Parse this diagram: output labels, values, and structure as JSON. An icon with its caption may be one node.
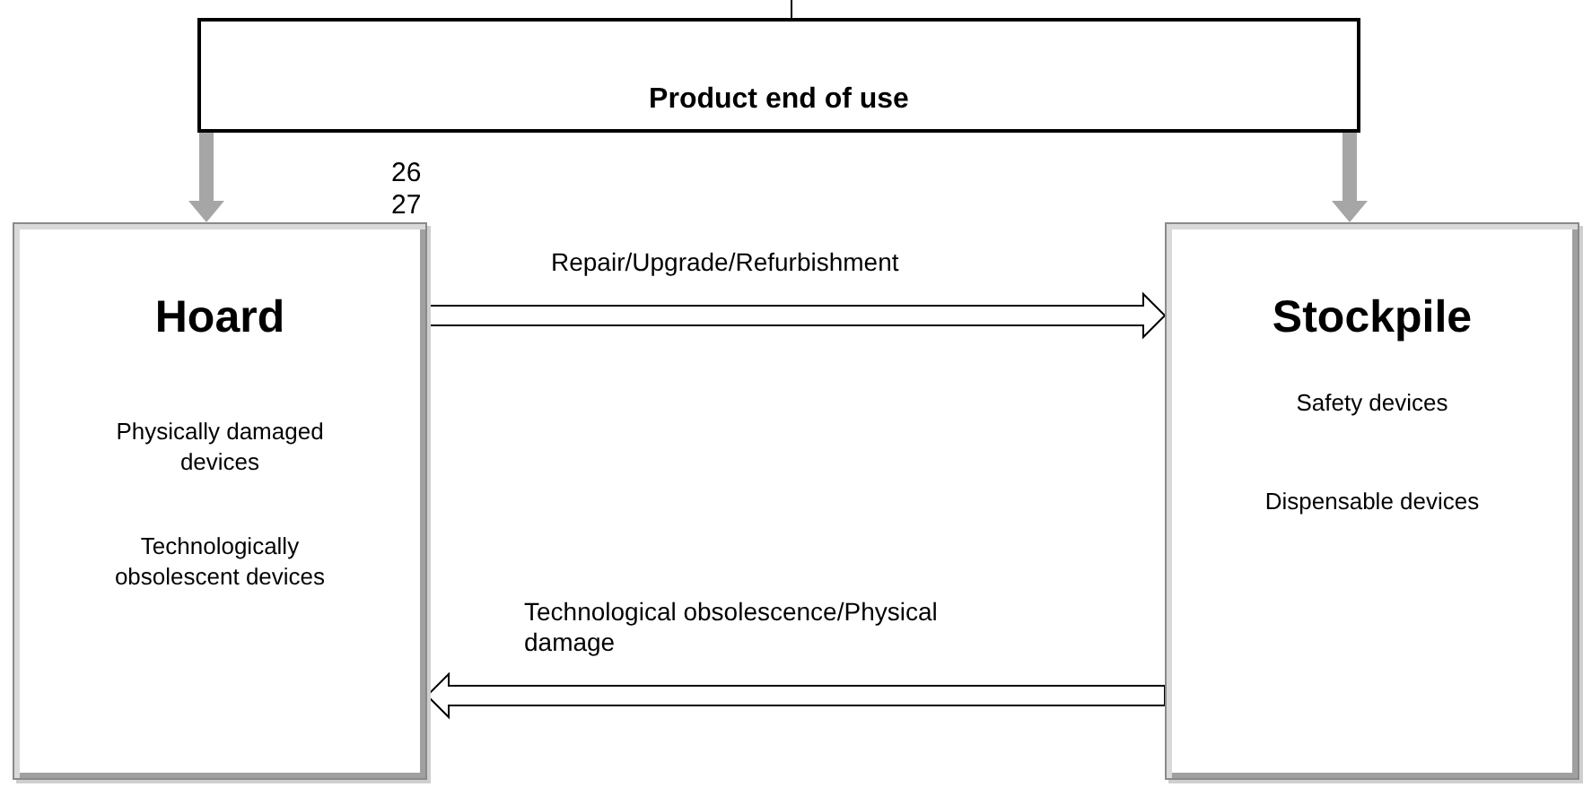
{
  "diagram": {
    "nodes": [
      {
        "text": [
          "Product end of use"
        ]
      },
      {
        "text": [
          "Hoard",
          "Physically damaged devices",
          "Technologically obsolescent devices"
        ]
      },
      {
        "text": [
          "Stockpile",
          "Safety devices",
          "Dispensable devices"
        ]
      }
    ],
    "edges": [
      {
        "from": null,
        "to": 0,
        "arrow": "none"
      },
      {
        "from": 0,
        "to": 1,
        "arrow": "to",
        "style": "thick",
        "color": "#a6a6a6"
      },
      {
        "from": 0,
        "to": 2,
        "arrow": "to",
        "style": "thick",
        "color": "#a6a6a6"
      },
      {
        "from": 1,
        "to": 2,
        "arrow": "to",
        "style": "thick",
        "label": "Repair/Upgrade/Refurbishment"
      },
      {
        "from": 2,
        "to": 1,
        "arrow": "to",
        "style": "thick",
        "label": "Technological obsolescence/Physical damage"
      }
    ],
    "labels": [
      "26",
      "27"
    ]
  }
}
